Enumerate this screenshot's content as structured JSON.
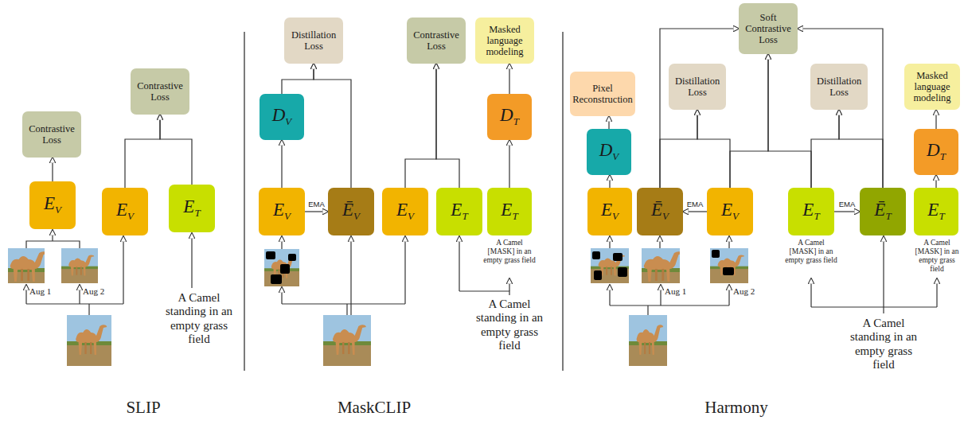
{
  "diagram": {
    "nodes": [
      {
        "text": [
          "Contrastive Loss"
        ]
      },
      {
        "text": [
          "Contrastive Loss"
        ]
      },
      {
        "text": [
          "E",
          "V"
        ]
      },
      {
        "text": [
          "E",
          "V"
        ]
      },
      {
        "text": [
          "E",
          "T"
        ]
      },
      {
        "text": [
          "Distillation Loss"
        ]
      },
      {
        "text": [
          "Contrastive Loss"
        ]
      },
      {
        "text": [
          "Masked language modeling"
        ]
      },
      {
        "text": [
          "D",
          "V"
        ]
      },
      {
        "text": [
          "D",
          "T"
        ]
      },
      {
        "text": [
          "E",
          "V"
        ]
      },
      {
        "text": [
          "Ē",
          "V"
        ]
      },
      {
        "text": [
          "E",
          "V"
        ]
      },
      {
        "text": [
          "E",
          "T"
        ]
      },
      {
        "text": [
          "E",
          "T"
        ]
      },
      {
        "text": [
          "Pixel Reconstruction"
        ]
      },
      {
        "text": [
          "Soft Contrastive Loss"
        ]
      },
      {
        "text": [
          "Distillation Loss"
        ]
      },
      {
        "text": [
          "Distillation Loss"
        ]
      },
      {
        "text": [
          "Masked language modeling"
        ]
      },
      {
        "text": [
          "D",
          "V"
        ]
      },
      {
        "text": [
          "D",
          "T"
        ]
      },
      {
        "text": [
          "E",
          "V"
        ]
      },
      {
        "text": [
          "Ē",
          "V"
        ]
      },
      {
        "text": [
          "E",
          "V"
        ]
      },
      {
        "text": [
          "E",
          "T"
        ]
      },
      {
        "text": [
          "Ē",
          "T"
        ]
      },
      {
        "text": [
          "E",
          "T"
        ]
      }
    ],
    "edges": [
      {
        "from": 2,
        "to": 0,
        "arrow": "to"
      },
      {
        "from": 3,
        "to": 1,
        "arrow": "to"
      },
      {
        "from": 4,
        "to": 1,
        "arrow": "to"
      },
      {
        "from": 10,
        "to": 8,
        "arrow": "to"
      },
      {
        "from": 8,
        "to": 5,
        "arrow": "to"
      },
      {
        "from": 11,
        "to": 5,
        "arrow": "to"
      },
      {
        "from": 12,
        "to": 6,
        "arrow": "to"
      },
      {
        "from": 13,
        "to": 6,
        "arrow": "to"
      },
      {
        "from": 9,
        "to": 7,
        "arrow": "to"
      },
      {
        "from": 14,
        "to": 9,
        "arrow": "to"
      },
      {
        "from": 10,
        "to": 11,
        "label": "EMA",
        "arrow": "to"
      },
      {
        "from": 22,
        "to": 20,
        "arrow": "to"
      },
      {
        "from": 20,
        "to": 15,
        "arrow": "to"
      },
      {
        "from": 23,
        "to": 17,
        "arrow": "to"
      },
      {
        "from": 24,
        "to": 17,
        "arrow": "to"
      },
      {
        "from": 23,
        "to": 16,
        "arrow": "to"
      },
      {
        "from": 24,
        "to": 16,
        "arrow": "to"
      },
      {
        "from": 25,
        "to": 16,
        "arrow": "to"
      },
      {
        "from": 26,
        "to": 16,
        "arrow": "to"
      },
      {
        "from": 25,
        "to": 18,
        "arrow": "to"
      },
      {
        "from": 26,
        "to": 18,
        "arrow": "to"
      },
      {
        "from": 21,
        "to": 19,
        "arrow": "to"
      },
      {
        "from": 27,
        "to": 21,
        "arrow": "to"
      },
      {
        "from": 24,
        "to": 23,
        "label": "EMA",
        "arrow": "to"
      },
      {
        "from": 25,
        "to": 26,
        "label": "EMA",
        "arrow": "to"
      }
    ],
    "labels": [
      "Aug 1",
      "Aug 2",
      "A Camel standing in an empty grass field",
      "SLIP",
      "A Camel [MASK] in an empty grass field",
      "A Camel standing in an empty grass field",
      "MaskCLIP",
      "Aug 1",
      "Aug 2",
      "A Camel [MASK] in an empty grass field",
      "A Camel [MASK] in an empty grass field",
      "A Camel standing in an empty grass field",
      "Harmony"
    ]
  }
}
